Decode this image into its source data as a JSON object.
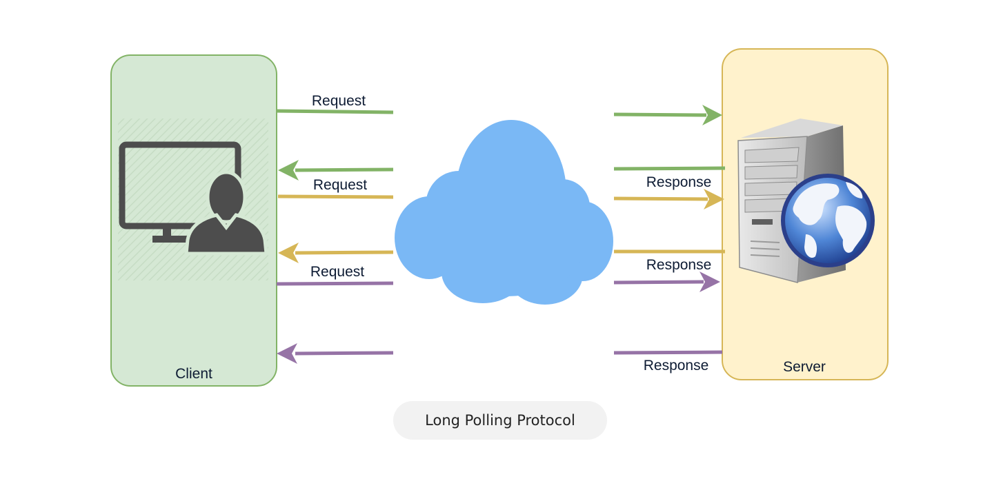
{
  "nodes": {
    "client": {
      "label": "Client"
    },
    "server": {
      "label": "Server"
    }
  },
  "messages": {
    "request_1": "Request",
    "request_2": "Request",
    "request_3": "Request",
    "response_1": "Response",
    "response_2": "Response",
    "response_3": "Response"
  },
  "caption": "Long Polling Protocol",
  "colors": {
    "green": "#82b366",
    "yellow": "#d6b656",
    "purple": "#9673a6",
    "cloud": "#7ab8f5",
    "client_fill": "#d5e8d4",
    "server_fill": "#fff2cc"
  },
  "icons": {
    "client": "user-monitor-icon",
    "network": "cloud-icon",
    "server": "server-globe-icon"
  }
}
